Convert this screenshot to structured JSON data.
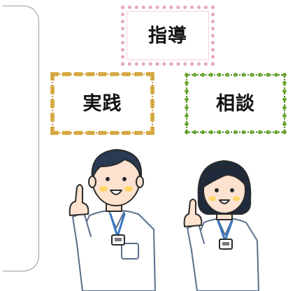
{
  "labels": {
    "guidance": "指導",
    "practice": "実践",
    "consultation": "相談"
  },
  "colors": {
    "guidance_border": "#e6a6c6",
    "practice_border": "#d9b24a",
    "consultation_border": "#7ab43e",
    "scrub_outline": "#5a6f8a",
    "lanyard": "#3a78c2"
  },
  "icons": {
    "male_nurse": "nurse-pointing-icon",
    "female_nurse": "nurse-pointing-icon"
  }
}
